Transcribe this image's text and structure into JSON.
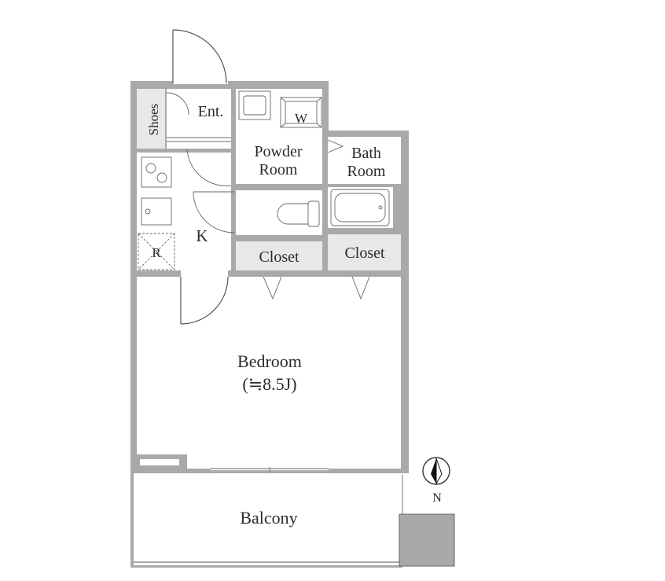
{
  "rooms": {
    "entrance": "Ent.",
    "shoes": "Shoes",
    "powder_room_line1": "Powder",
    "powder_room_line2": "Room",
    "washer": "W",
    "bath_line1": "Bath",
    "bath_line2": "Room",
    "kitchen": "K",
    "refrigerator": "R",
    "closet_left": "Closet",
    "closet_right": "Closet",
    "bedroom": "Bedroom",
    "bedroom_size": "(≒8.5J)",
    "balcony": "Balcony",
    "north": "N"
  },
  "colors": {
    "wall": "#a9a9a9",
    "closet_fill": "#e9e8e6",
    "outdoor_unit": "#a9a9a9"
  }
}
